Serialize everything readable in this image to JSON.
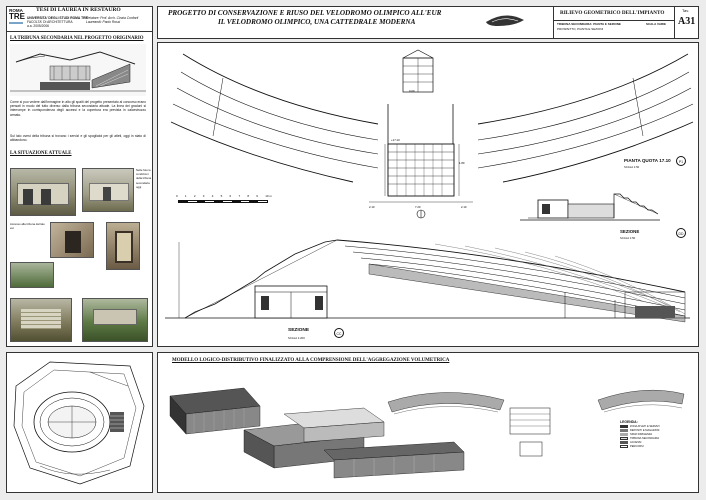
{
  "logo": {
    "line1": "ROMA",
    "line2": "TRE"
  },
  "thesis": {
    "title": "TESI DI LAUREA IN RESTAURO",
    "university": "UNIVERSITA' DEGLI STUDI ROMA TRE",
    "faculty": "FACOLTA' DI ARCHITETTURA",
    "year": "a.a. 2005/2006",
    "advisors": "Relatore: Prof. Arch. Cinzia Conforti",
    "candidates": "Laureandi: Paolo Rossi"
  },
  "project": {
    "line1": "PROGETTO DI CONSERVAZIONE E RIUSO DEL VELODROMO OLIMPICO ALL'EUR",
    "line2": "IL VELODROMO OLIMPICO, UNA CATTEDRALE MODERNA"
  },
  "sheet": {
    "section_title": "RILIEVO GEOMETRICO DELL'IMPIANTO",
    "subtitle_1": "TRIBUNA SECONDARIA: PIANTA E SEZIONE",
    "subtitle_2": "PROSPETTO, PIANTA E SEZIONI",
    "scale": "SCALA VARIE",
    "tav_label": "Tav.",
    "tav_number": "A31"
  },
  "left_panel": {
    "section1_title": "LA TRIBUNA SECONDARIA NEL PROGETTO ORIGINARIO",
    "paragraph": "Come si puo vedere dall'immagine in alto gli spalti del progetto presentato al concorso erano pensati in modo del tutto diverso dalla tribuna secondaria attuale. La linea dei gradoni si interrompe in corrispondenza degli accessi e la copertura era prevista in calcestruzzo armato.",
    "paragraph2": "Sul lato ovest della tribuna si trovano i servizi e gli spogliatoi per gli atleti, oggi in stato di abbandono.",
    "section2_title": "LA SITUAZIONE ATTUALE",
    "note_right": "Nelle foto le condizioni della tribuna secondaria oggi",
    "note_left": "Accesso alla tribuna dal lato est"
  },
  "drawings": {
    "plan_label": "PIANTA QUOTA 17.10",
    "plan_scale": "SCALA 1:50",
    "plan_tag": "P1",
    "section_label_1": "SEZIONE",
    "section_scale_1": "SCALA 1:200",
    "section_tag_1": "CC",
    "section_label_2": "SEZIONE",
    "section_scale_2": "SCALA 1:50",
    "section_tag_2": "DD",
    "scale_bar_numbers": [
      "0",
      "1",
      "2",
      "3",
      "4",
      "5",
      "6",
      "7",
      "8",
      "9",
      "10 m"
    ],
    "model_title": "MODELLO LOGICO-DISTRIBUTIVO FINALIZZATO ALLA COMPRENSIONE DELL'AGGREGAZIONE VOLUMETRICA",
    "legend_title": "LEGENDA:",
    "legend_items": [
      "ZONA ATLETI E SERVIZI",
      "DEPOSITI E MAGAZZINI",
      "SPAZI DIRIGENZA",
      "TRIBUNA SECONDARIA",
      "ACCESSI",
      "PERCORSI"
    ]
  }
}
